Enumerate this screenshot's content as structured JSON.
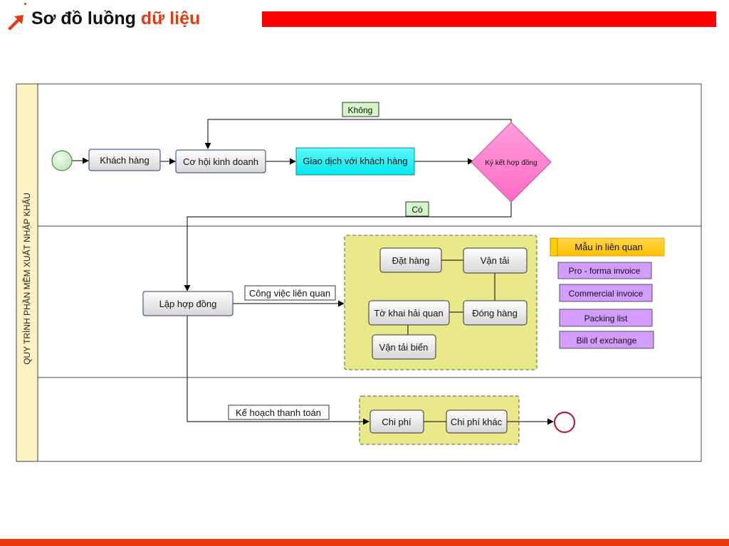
{
  "header": {
    "title_main": "Sơ đồ luồng ",
    "title_highlight": "dữ liệu",
    "icon": "arrow-up-right-icon"
  },
  "colors": {
    "accent": "#e8380d",
    "banner": "#ff0000",
    "lane_header": "#fdf2c4",
    "process_fill": "#ececec",
    "transaction_fill": "#00f0f5",
    "decision_fill": "#ff80d0",
    "group_fill": "#e9e98a",
    "label_green": "#d4f5c8",
    "document_orange": "#ffc800",
    "document_purple": "#d39cff",
    "start_fill": "#c7e8c2",
    "end_fill": "#ffffff"
  },
  "diagram": {
    "pool_label": "QUY TRÌNH PHẦN MỀM XUẤT NHẬP KHẨU",
    "nodes": {
      "customer": "Khách hàng",
      "opportunity": "Cơ hội kinh doanh",
      "transaction": "Giao dịch với khách hàng",
      "decision": "Ký kết hợp đồng",
      "contract": "Lập hợp đồng",
      "order": "Đặt hàng",
      "transport": "Vận tải",
      "customs": "Tờ khai hải quan",
      "packing": "Đóng hàng",
      "sea_transport": "Vận tải biển",
      "cost": "Chi phí",
      "other_cost": "Chi phí khác"
    },
    "edge_labels": {
      "no": "Không",
      "yes": "Có",
      "related_work": "Công việc liên quan",
      "payment_plan": "Kế hoạch thanh toán"
    },
    "documents": {
      "header": "Mẫu in liên quan",
      "items": [
        "Pro - forma invoice",
        "Commercial invoice",
        "Packing list",
        "Bill of exchange"
      ]
    }
  }
}
